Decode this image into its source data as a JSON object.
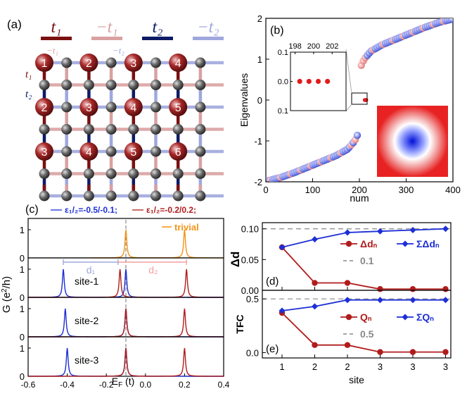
{
  "colors": {
    "t1": "#7a1010",
    "minus_t1": "#d9a1a1",
    "t2": "#0d1a66",
    "minus_t2": "#9fa7dd",
    "blue": "#1c2fd6",
    "red": "#b01c1c",
    "orange": "#f29418",
    "gray_dash": "#888888"
  },
  "panel_a": {
    "label": "(a)",
    "legend": [
      "t₁",
      "−t₁",
      "t₂",
      "−t₂"
    ],
    "bond_labels": [
      "−t₁",
      "−t₂",
      "t₁",
      "t₂"
    ],
    "site_numbers": [
      [
        "1",
        "2",
        "3",
        "4"
      ],
      [
        "2",
        "3",
        "4",
        "5"
      ],
      [
        "3",
        "4",
        "5",
        "6"
      ]
    ]
  },
  "chart_data": [
    {
      "id": "b",
      "type": "scatter",
      "label": "(b)",
      "xlabel": "num",
      "ylabel": "Eigenvalues",
      "xlim": [
        0,
        400
      ],
      "ylim": [
        -2,
        2
      ],
      "xticks": [
        "0",
        "100",
        "200",
        "300",
        "400"
      ],
      "yticks": [
        "-2",
        "-1",
        "0",
        "1",
        "2"
      ],
      "spectrum": {
        "lower": [
          [
            2,
            -1.98
          ],
          [
            30,
            -1.9
          ],
          [
            60,
            -1.78
          ],
          [
            90,
            -1.64
          ],
          [
            120,
            -1.5
          ],
          [
            150,
            -1.36
          ],
          [
            175,
            -1.2
          ],
          [
            190,
            -1.0
          ],
          [
            196,
            -0.85
          ]
        ],
        "upper": [
          [
            204,
            0.85
          ],
          [
            210,
            1.0
          ],
          [
            225,
            1.2
          ],
          [
            250,
            1.36
          ],
          [
            280,
            1.5
          ],
          [
            310,
            1.64
          ],
          [
            340,
            1.78
          ],
          [
            370,
            1.9
          ],
          [
            398,
            1.98
          ]
        ],
        "zero_modes": [
          [
            198,
            0
          ],
          [
            199,
            0
          ],
          [
            200,
            0
          ],
          [
            201,
            0
          ]
        ]
      },
      "inset": {
        "xticks": [
          "198",
          "200",
          "202"
        ],
        "yticks": [
          "0.1",
          "0.0",
          "0.1"
        ],
        "xlim": [
          197.5,
          203.5
        ],
        "ylim": [
          -0.1,
          0.1
        ],
        "points": [
          [
            198.5,
            0
          ],
          [
            199.5,
            0
          ],
          [
            200.5,
            0
          ],
          [
            201.5,
            0
          ]
        ]
      }
    },
    {
      "id": "c",
      "type": "line",
      "label": "(c)",
      "xlabel": "E_F (t)",
      "ylabel": "G (e²/h)",
      "xlim": [
        -0.6,
        0.4
      ],
      "xticks": [
        "-0.6",
        "-0.4",
        "-0.2",
        "0.0",
        "0.2",
        "0.4"
      ],
      "yticks": [
        "0",
        "1"
      ],
      "legend": [
        "ε₁/₂=-0.5/-0.1;",
        "ε₁/₂=-0.2/0.2;"
      ],
      "trivial_label": "trivial",
      "d_labels": [
        "d₁",
        "d₂"
      ],
      "subpanels": [
        {
          "site_label": "",
          "series": [
            {
              "color": "orange",
              "peaks": [
                [
                  -0.1,
                  1.0
                ],
                [
                  0.2,
                  1.0
                ]
              ]
            }
          ]
        },
        {
          "site_label": "site-1",
          "series": [
            {
              "color": "blue",
              "peaks": [
                [
                  -0.42,
                  1.0
                ],
                [
                  -0.1,
                  1.0
                ]
              ]
            },
            {
              "color": "red",
              "peaks": [
                [
                  -0.13,
                  1.0
                ],
                [
                  0.21,
                  1.0
                ]
              ]
            }
          ]
        },
        {
          "site_label": "site-2",
          "series": [
            {
              "color": "blue",
              "peaks": [
                [
                  -0.41,
                  1.0
                ],
                [
                  -0.1,
                  1.0
                ]
              ]
            },
            {
              "color": "red",
              "peaks": [
                [
                  -0.1,
                  1.0
                ],
                [
                  0.2,
                  1.0
                ]
              ]
            }
          ]
        },
        {
          "site_label": "site-3",
          "series": [
            {
              "color": "blue",
              "peaks": [
                [
                  -0.4,
                  1.0
                ],
                [
                  -0.1,
                  1.0
                ]
              ]
            },
            {
              "color": "red",
              "peaks": [
                [
                  -0.1,
                  1.0
                ],
                [
                  0.2,
                  1.0
                ]
              ]
            }
          ]
        }
      ]
    },
    {
      "id": "d",
      "type": "line",
      "label": "(d)",
      "ylabel": "Δd",
      "ylim": [
        0,
        0.11
      ],
      "yticks": [
        "0.00",
        "0.05",
        "0.10"
      ],
      "categories": [
        "1",
        "2",
        "2",
        "3",
        "3",
        "3"
      ],
      "series": [
        {
          "name": "Δdₙ",
          "color": "red",
          "values": [
            0.07,
            0.012,
            0.012,
            0.002,
            0.002,
            0.002
          ]
        },
        {
          "name": "ΣΔdₙ",
          "color": "blue",
          "values": [
            0.07,
            0.083,
            0.094,
            0.096,
            0.098,
            0.1
          ]
        }
      ],
      "reference": {
        "name": "0.1",
        "value": 0.1
      }
    },
    {
      "id": "e",
      "type": "line",
      "label": "(e)",
      "xlabel": "site",
      "ylabel": "TFC",
      "ylim": [
        -0.05,
        0.58
      ],
      "yticks": [
        "0.0",
        "0.5"
      ],
      "categories": [
        "1",
        "2",
        "2",
        "3",
        "3",
        "3"
      ],
      "series": [
        {
          "name": "Qₙ",
          "color": "red",
          "values": [
            0.37,
            0.07,
            0.07,
            0.005,
            0.005,
            0.005
          ]
        },
        {
          "name": "ΣQₙ",
          "color": "blue",
          "values": [
            0.39,
            0.43,
            0.49,
            0.49,
            0.49,
            0.49
          ]
        }
      ],
      "reference": {
        "name": "0.5",
        "value": 0.5
      }
    }
  ]
}
